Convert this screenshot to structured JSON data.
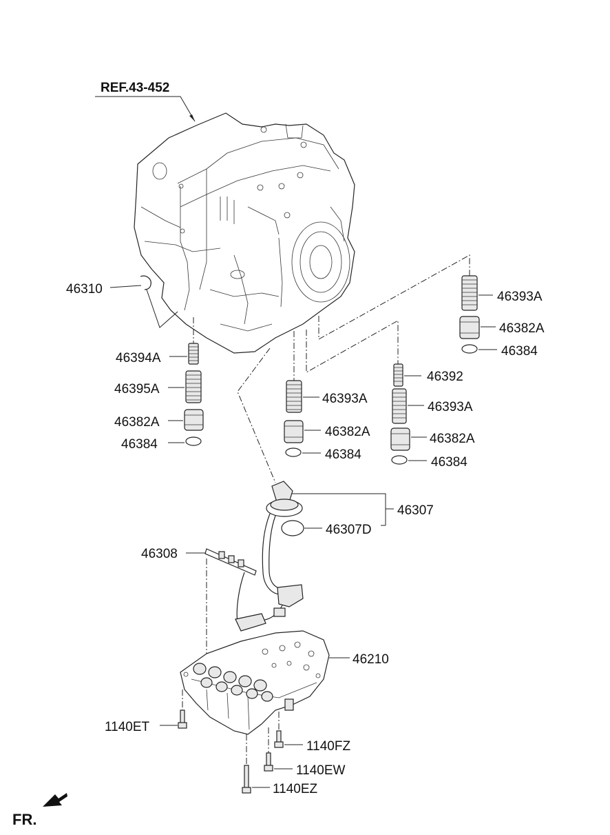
{
  "reference": {
    "label": "REF.43-452"
  },
  "front_marker": {
    "label": "FR."
  },
  "callouts": {
    "c46310": "46310",
    "c46394A": "46394A",
    "c46395A": "46395A",
    "c46382A_1": "46382A",
    "c46384_1": "46384",
    "c46393A_1": "46393A",
    "c46382A_2": "46382A",
    "c46384_2": "46384",
    "c46392": "46392",
    "c46393A_2": "46393A",
    "c46382A_3": "46382A",
    "c46384_3": "46384",
    "c46393A_3": "46393A",
    "c46382A_4": "46382A",
    "c46384_4": "46384",
    "c46307": "46307",
    "c46307D": "46307D",
    "c46308": "46308",
    "c46210": "46210",
    "c1140ET": "1140ET",
    "c1140FZ": "1140FZ",
    "c1140EW": "1140EW",
    "c1140EZ": "1140EZ"
  }
}
